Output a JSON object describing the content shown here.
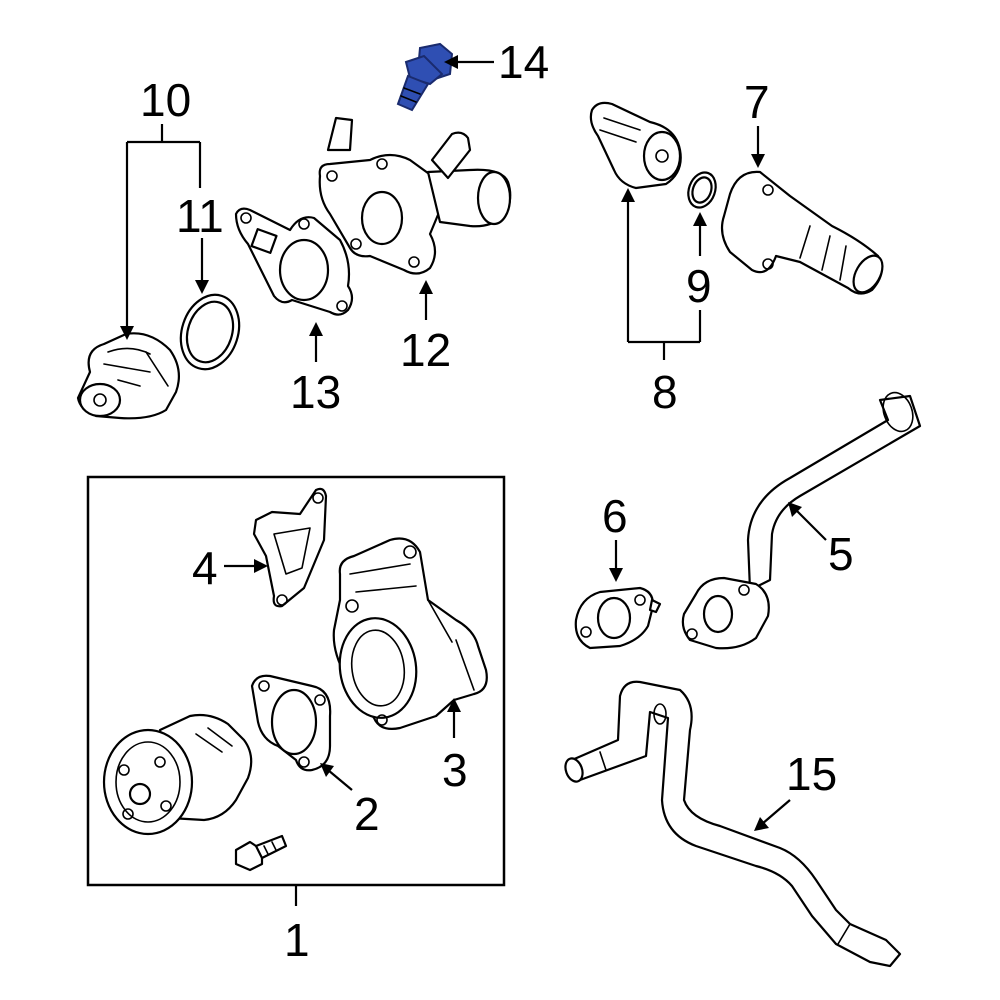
{
  "callouts": {
    "c1": "1",
    "c2": "2",
    "c3": "3",
    "c4": "4",
    "c5": "5",
    "c6": "6",
    "c7": "7",
    "c8": "8",
    "c9": "9",
    "c10": "10",
    "c11": "11",
    "c12": "12",
    "c13": "13",
    "c14": "14",
    "c15": "15"
  },
  "highlight_color": "#2f4fb3",
  "line_color": "#000000",
  "background_color": "#ffffff"
}
